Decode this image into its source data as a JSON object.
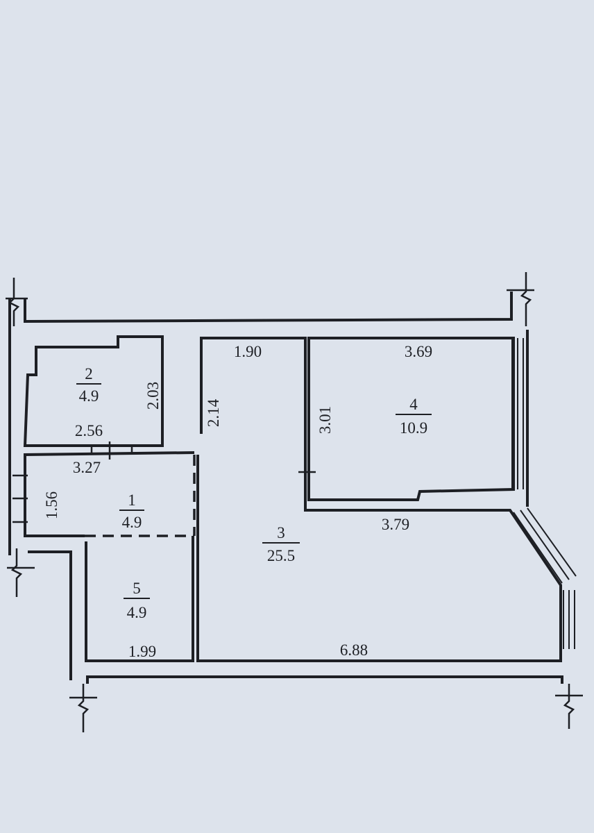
{
  "rooms": [
    {
      "number": "1",
      "area": "4.9"
    },
    {
      "number": "2",
      "area": "4.9"
    },
    {
      "number": "3",
      "area": "25.5"
    },
    {
      "number": "4",
      "area": "10.9"
    },
    {
      "number": "5",
      "area": "4.9"
    }
  ],
  "dimensions": {
    "d_2_56": "2.56",
    "d_2_03": "2.03",
    "d_3_27": "3.27",
    "d_1_56": "1.56",
    "d_1_90": "1.90",
    "d_2_14": "2.14",
    "d_3_69": "3.69",
    "d_3_01": "3.01",
    "d_3_79": "3.79",
    "d_1_99": "1.99",
    "d_6_88": "6.88"
  }
}
